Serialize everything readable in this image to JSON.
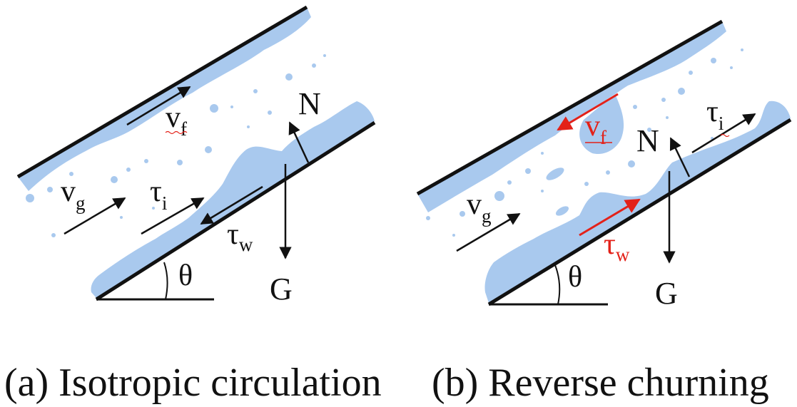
{
  "colors": {
    "liquid": "#a9c9ee",
    "wall": "#111111",
    "reverse_arrow": "#e32119"
  },
  "panel_a": {
    "labels": {
      "vf": "v",
      "vf_sub": "f",
      "vg": "v",
      "vg_sub": "g",
      "taui": "τ",
      "taui_sub": "i",
      "tauw": "τ",
      "tauw_sub": "w",
      "normal": "N",
      "gravity": "G",
      "angle": "θ"
    },
    "caption": "(a) Isotropic circulation"
  },
  "panel_b": {
    "labels": {
      "vf": "v",
      "vf_sub": "f",
      "vg": "v",
      "vg_sub": "g",
      "taui": "τ",
      "taui_sub": "i",
      "tauw": "τ",
      "tauw_sub": "w",
      "normal": "N",
      "gravity": "G",
      "angle": "θ"
    },
    "caption": "(b) Reverse churning"
  }
}
